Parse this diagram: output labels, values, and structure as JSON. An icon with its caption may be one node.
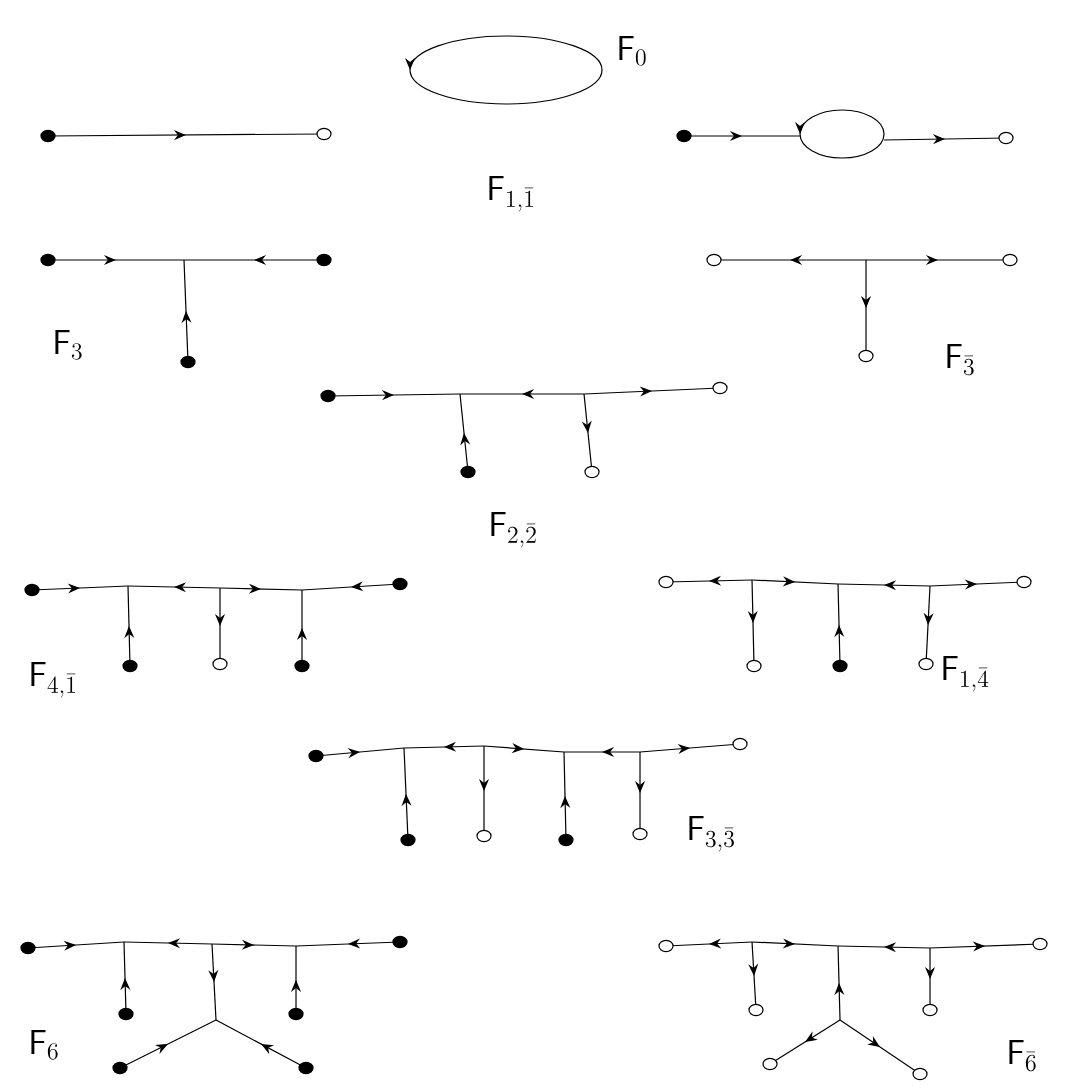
{
  "diagram": {
    "labels": [
      "\\mathsf{F}_{0}",
      "\\mathsf{F}_{1,\\bar{1}}",
      "\\mathsf{F}_{3}",
      "\\mathsf{F}_{\\bar{3}}",
      "\\mathsf{F}_{2,\\bar{2}}",
      "\\mathsf{F}_{4,\\bar{1}}",
      "\\mathsf{F}_{1,\\bar{4}}",
      "\\mathsf{F}_{3,\\bar{3}}",
      "\\mathsf{F}_{6}",
      "\\mathsf{F}_{\\bar{6}}"
    ]
  }
}
